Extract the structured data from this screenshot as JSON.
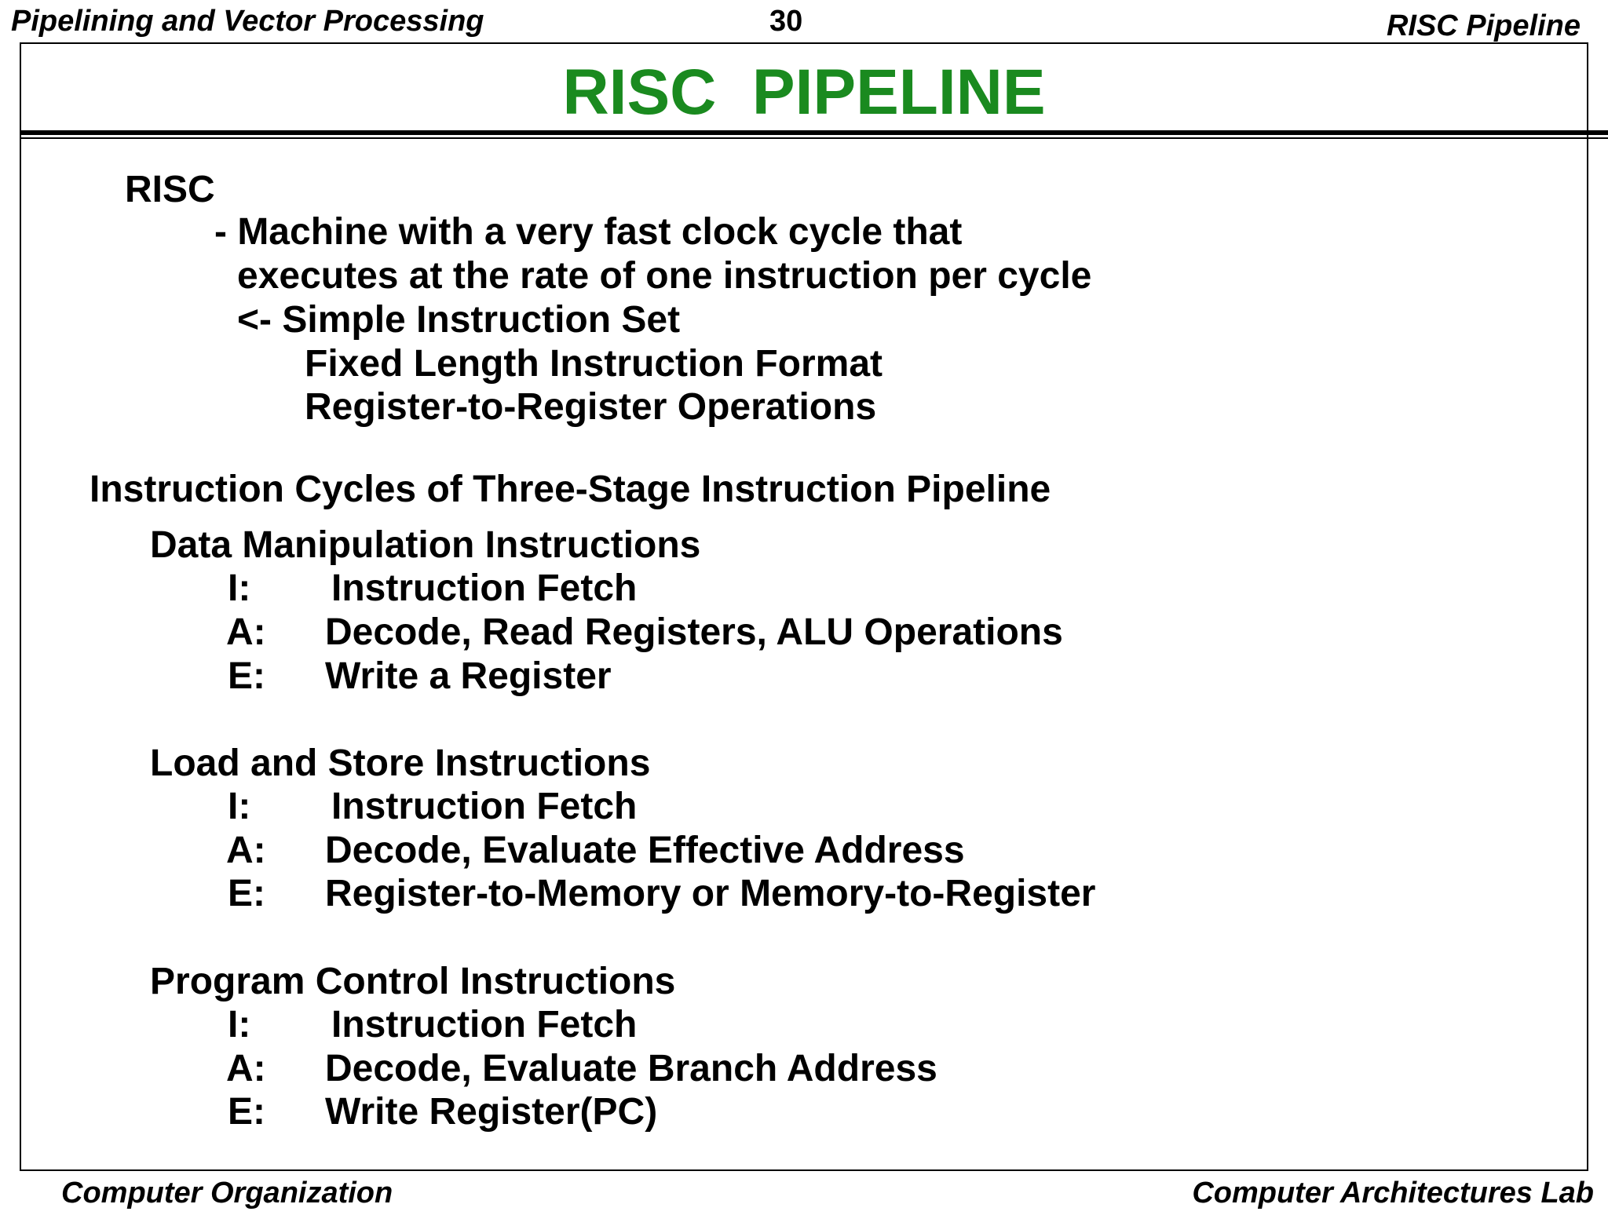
{
  "header": {
    "left": "Pipelining and Vector Processing",
    "page_number": "30",
    "right": "RISC Pipeline"
  },
  "title": "RISC  PIPELINE",
  "risc": {
    "heading": "RISC",
    "line1": "- Machine with a very fast clock cycle that",
    "line2": "executes at the rate of one instruction per cycle",
    "line3": "<- Simple Instruction Set",
    "line4": "Fixed Length Instruction Format",
    "line5": "Register-to-Register Operations"
  },
  "section_heading": "Instruction Cycles of Three-Stage Instruction Pipeline",
  "groups": [
    {
      "name": "Data Manipulation Instructions",
      "stages": [
        {
          "letter": "I:",
          "text": "Instruction Fetch"
        },
        {
          "letter": "A:",
          "text": "Decode, Read Registers, ALU Operations"
        },
        {
          "letter": "E:",
          "text": "Write a Register"
        }
      ]
    },
    {
      "name": "Load and Store Instructions",
      "stages": [
        {
          "letter": "I:",
          "text": "Instruction Fetch"
        },
        {
          "letter": "A:",
          "text": "Decode, Evaluate Effective Address"
        },
        {
          "letter": "E:",
          "text": "Register-to-Memory or Memory-to-Register"
        }
      ]
    },
    {
      "name": "Program Control Instructions",
      "stages": [
        {
          "letter": "I:",
          "text": "Instruction Fetch"
        },
        {
          "letter": "A:",
          "text": "Decode, Evaluate Branch Address"
        },
        {
          "letter": "E:",
          "text": "Write Register(PC)"
        }
      ]
    }
  ],
  "footer": {
    "left": "Computer Organization",
    "right": "Computer Architectures Lab"
  },
  "colors": {
    "title": "#1a8a1f",
    "text": "#000000",
    "background": "#ffffff"
  }
}
